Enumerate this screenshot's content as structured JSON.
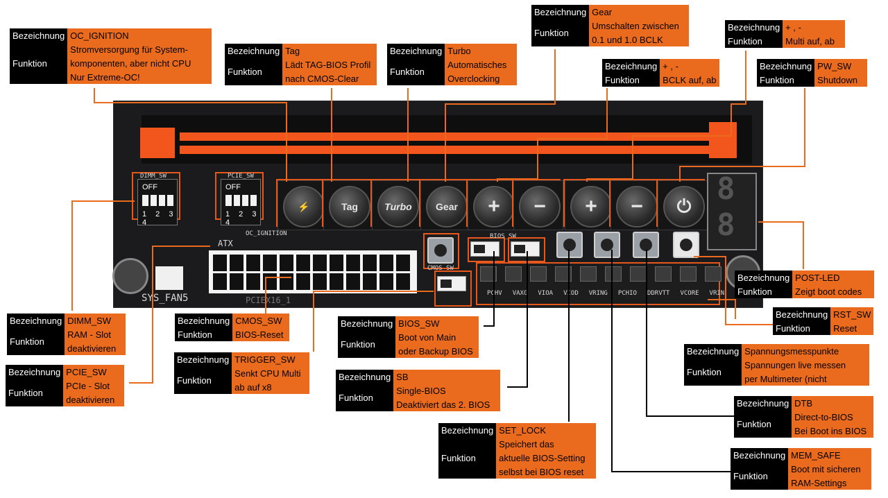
{
  "callouts": [
    {
      "id": "oc_ignition",
      "bezeichnung": "OC_IGNITION",
      "funktion": [
        "Stromversorgung für System-",
        "komponenten, aber nicht CPU",
        "Nur Extreme-OC!"
      ]
    },
    {
      "id": "tag",
      "bezeichnung": "Tag",
      "funktion": [
        "Lädt TAG-BIOS Profil",
        "nach CMOS-Clear"
      ]
    },
    {
      "id": "turbo",
      "bezeichnung": "Turbo",
      "funktion": [
        "Automatisches",
        "Overclocking"
      ]
    },
    {
      "id": "gear",
      "bezeichnung": "Gear",
      "funktion": [
        "Umschalten zwischen",
        "0.1 und 1.0 BCLK"
      ]
    },
    {
      "id": "bclk",
      "bezeichnung": "+ , -",
      "funktion": [
        "BCLK auf, ab"
      ]
    },
    {
      "id": "multi",
      "bezeichnung": "+ , -",
      "funktion": [
        "Multi auf, ab"
      ]
    },
    {
      "id": "pw_sw",
      "bezeichnung": "PW_SW",
      "funktion": [
        "Shutdown"
      ]
    },
    {
      "id": "post_led",
      "bezeichnung": "POST-LED",
      "funktion": [
        "Zeigt boot codes"
      ]
    },
    {
      "id": "rst_sw",
      "bezeichnung": "RST_SW",
      "funktion": [
        "Reset"
      ]
    },
    {
      "id": "spannung",
      "bezeichnung": "Spannungsmesspunkte",
      "funktion": [
        "Spannungen live messen",
        "per Multimeter (nicht"
      ]
    },
    {
      "id": "dtb",
      "bezeichnung": "DTB",
      "funktion": [
        "Direct-to-BIOS",
        "Bei Boot ins BIOS"
      ]
    },
    {
      "id": "mem_safe",
      "bezeichnung": "MEM_SAFE",
      "funktion": [
        "Boot mit sicheren",
        "RAM-Settings"
      ]
    },
    {
      "id": "set_lock",
      "bezeichnung": "SET_LOCK",
      "funktion": [
        "Speichert das",
        "aktuelle BIOS-Setting",
        "selbst bei BIOS reset"
      ]
    },
    {
      "id": "sb",
      "bezeichnung": "SB",
      "funktion": [
        "Single-BIOS",
        "Deaktiviert das 2. BIOS"
      ]
    },
    {
      "id": "bios_sw",
      "bezeichnung": "BIOS_SW",
      "funktion": [
        "Boot von Main",
        "oder Backup BIOS"
      ]
    },
    {
      "id": "trigger_sw",
      "bezeichnung": "TRIGGER_SW",
      "funktion": [
        "Senkt CPU Multi",
        "ab auf x8"
      ]
    },
    {
      "id": "cmos_sw",
      "bezeichnung": "CMOS_SW",
      "funktion": [
        "BIOS-Reset"
      ]
    },
    {
      "id": "pcie_sw",
      "bezeichnung": "PCIE_SW",
      "funktion": [
        "PCIe - Slot",
        "deaktivieren"
      ]
    },
    {
      "id": "dimm_sw",
      "bezeichnung": "DIMM_SW",
      "funktion": [
        "RAM - Slot",
        "deaktivieren"
      ]
    }
  ],
  "labels": {
    "bezeichnung": "Bezeichnung",
    "funktion": "Funktion"
  },
  "board": {
    "silk_dimm": "DIMM_SW",
    "silk_pcie": "PCIE_SW",
    "silk_off": "OFF",
    "silk_nums": "1 2 3 4",
    "silk_atx": "ATX",
    "silk_oc": "OC_IGNITION",
    "silk_fan": "SYS_FAN5",
    "silk_cmos": "CMOS_SW",
    "silk_bios": "BIOS_SW",
    "silk_pcie_bottom": "PCIEX16_1",
    "btn_tag": "Tag",
    "btn_turbo": "Turbo",
    "btn_gear": "Gear",
    "vp_labels": [
      "PCHV",
      "VAXG",
      "VIOA",
      "VIOD",
      "VRING",
      "PCHIO",
      "DDRVTT",
      "VCORE",
      "VRIN"
    ],
    "seg_digits": [
      "8",
      "8"
    ]
  },
  "colors": {
    "accent": "#ea6b1d",
    "ram": "#f2561d"
  }
}
